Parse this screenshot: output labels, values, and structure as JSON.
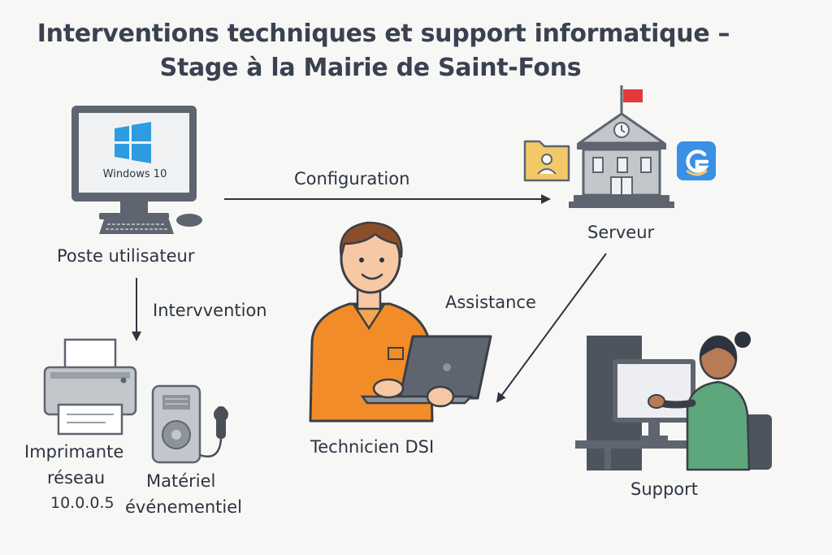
{
  "title": {
    "line1": "Interventions techniques et support informatique –",
    "line2": "Stage à la Mairie de Saint-Fons"
  },
  "nodes": {
    "workstation": {
      "label": "Poste utilisateur",
      "screen_text": "Windows 10",
      "icon": "monitor-icon"
    },
    "server": {
      "label": "Serveur",
      "icon": "town-hall-icon"
    },
    "printer": {
      "label_line1": "Imprimante",
      "label_line2": "réseau",
      "ip": "10.0.0.5",
      "icon": "printer-icon"
    },
    "event_gear": {
      "label_line1": "Matériel",
      "label_line2": "événementiel",
      "icon": "speaker-microphone-icon"
    },
    "technician": {
      "label": "Technicien DSI",
      "icon": "technician-laptop-icon"
    },
    "support": {
      "label": "Support",
      "icon": "support-agent-icon"
    }
  },
  "edges": {
    "configuration": "Configuration",
    "intervention": "Intervvention",
    "assistance": "Assistance"
  },
  "colors": {
    "title": "#3a4150",
    "orange_shirt": "#f28c28",
    "green_shirt": "#5ea77d",
    "flag": "#e03a3a",
    "windows_blue": "#2f9be0"
  }
}
